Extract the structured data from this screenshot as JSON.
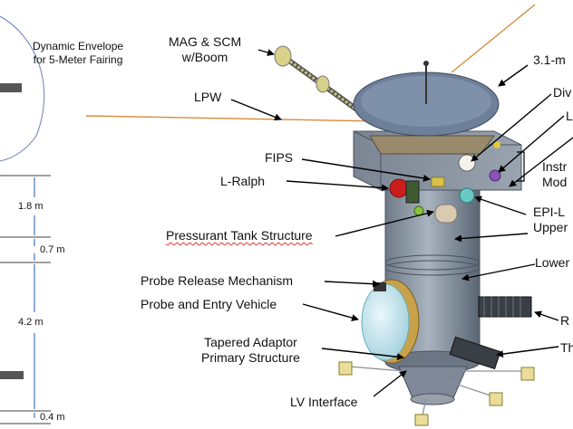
{
  "envelope": {
    "label_line1": "Dynamic Envelope",
    "label_line2": "for 5-Meter Fairing",
    "colors": {
      "outline": "#6c7fb8"
    }
  },
  "dimensions": [
    "1.8 m",
    "0.7 m",
    "4.2 m",
    "0.4 m"
  ],
  "labels": {
    "mag_scm_line1": "MAG & SCM",
    "mag_scm_line2": "w/Boom",
    "lpw": "LPW",
    "fips": "FIPS",
    "l_ralph": "L-Ralph",
    "pressurant_tank": "Pressurant Tank Structure",
    "probe_release": "Probe Release Mechanism",
    "probe_entry": "Probe and Entry Vehicle",
    "tapered_line1": "Tapered Adaptor",
    "tapered_line2": "Primary Structure",
    "lv_interface": "LV Interface",
    "antenna": "3.1-m",
    "div": "Div",
    "l": "L",
    "instr_line1": "Instr",
    "instr_line2": "Mod",
    "epi_line1": "EPI-L",
    "epi_line2": "Upper",
    "lower": "Lower",
    "r": "R",
    "th": "Th"
  },
  "colors": {
    "body": "#8a95a3",
    "body_dark": "#5f6a78",
    "dish": "#6d7f99",
    "lpw_wire": "#d98a3a",
    "leader": "#000000"
  }
}
